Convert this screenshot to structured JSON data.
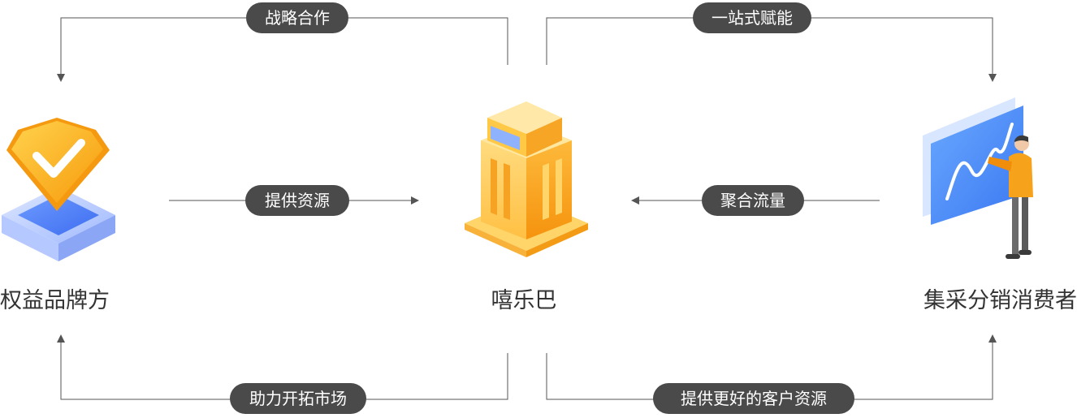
{
  "nodes": {
    "brand": {
      "label": "权益品牌方",
      "icon": "shield-check-icon"
    },
    "center": {
      "label": "嘻乐巴",
      "icon": "building-icon"
    },
    "consumer": {
      "label": "集采分销消费者",
      "icon": "presenter-chart-icon"
    }
  },
  "flows": {
    "strategic_cooperation": "战略合作",
    "one_stop_empower": "一站式赋能",
    "provide_resources": "提供资源",
    "aggregate_traffic": "聚合流量",
    "help_expand_market": "助力开拓市场",
    "better_customer_resources": "提供更好的客户资源"
  },
  "colors": {
    "line": "#555555",
    "pill_bg": "#4a4a4a",
    "pill_text": "#ffffff",
    "orange": "#f7a21b",
    "blue": "#4a8dff"
  }
}
